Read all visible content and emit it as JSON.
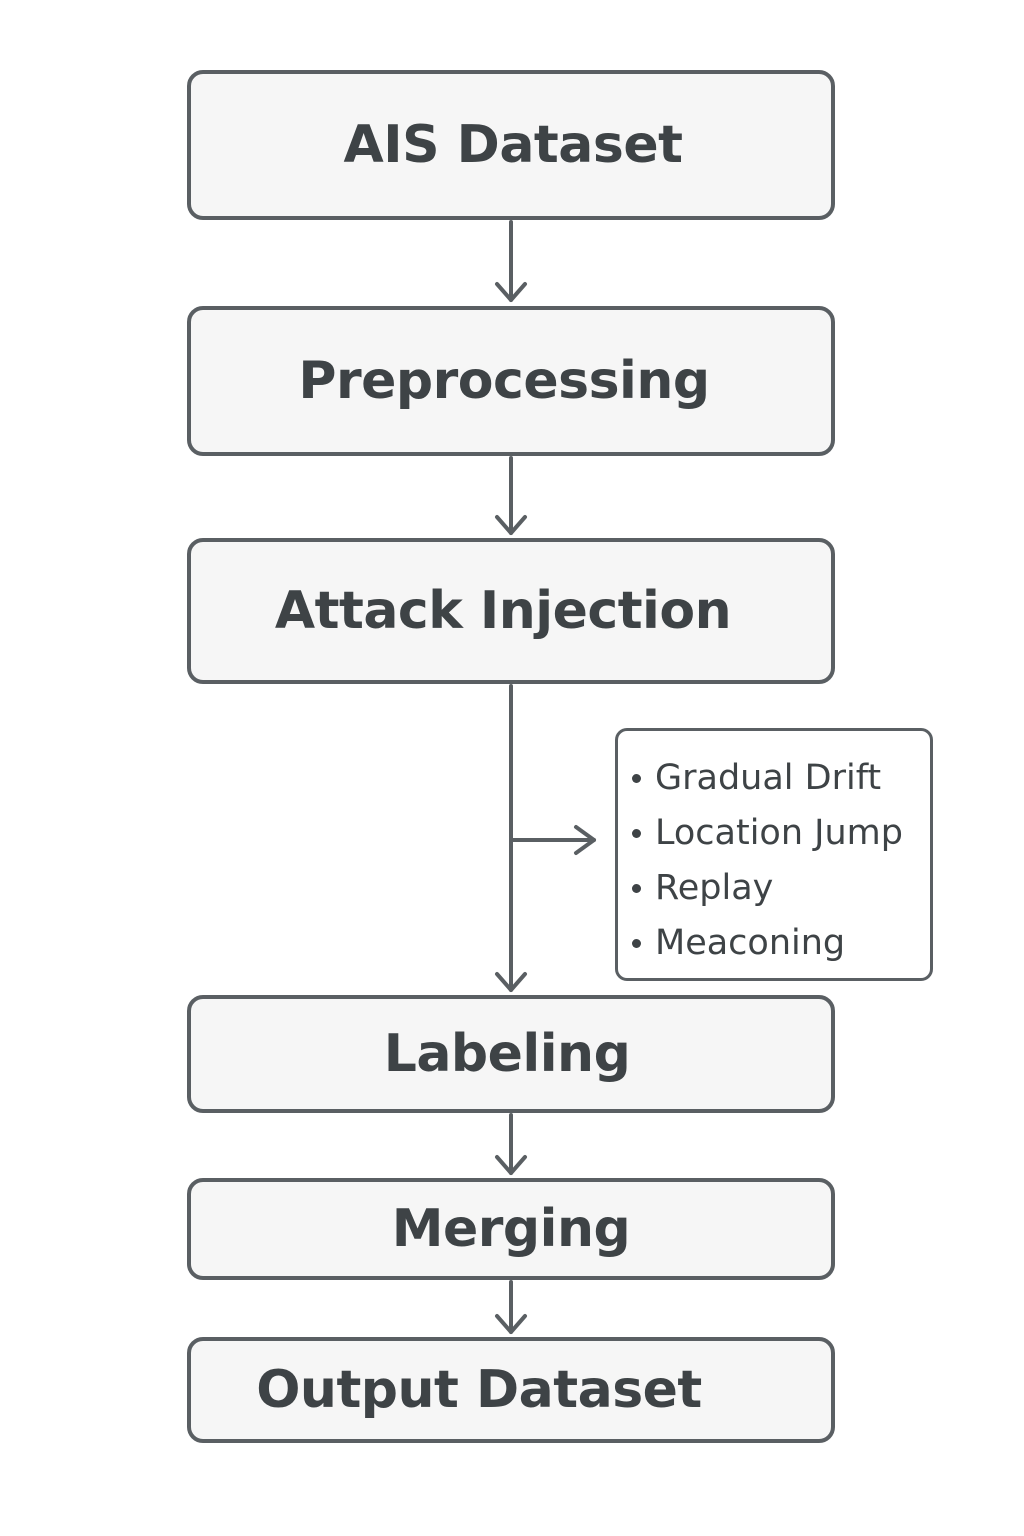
{
  "steps": [
    {
      "id": "ais-dataset",
      "label": "AIS Dataset"
    },
    {
      "id": "preprocessing",
      "label": "Preprocessing"
    },
    {
      "id": "attack-injection",
      "label": "Attack Injection"
    },
    {
      "id": "labeling",
      "label": "Labeling"
    },
    {
      "id": "merging",
      "label": "Merging"
    },
    {
      "id": "output-dataset",
      "label": "Output Dataset"
    }
  ],
  "attack_types": [
    "Gradual Drift",
    "Location Jump",
    "Replay",
    "Meaconing"
  ],
  "colors": {
    "stroke": "#5a5f63",
    "box_fill": "#f6f6f6",
    "text": "#3e4346"
  }
}
